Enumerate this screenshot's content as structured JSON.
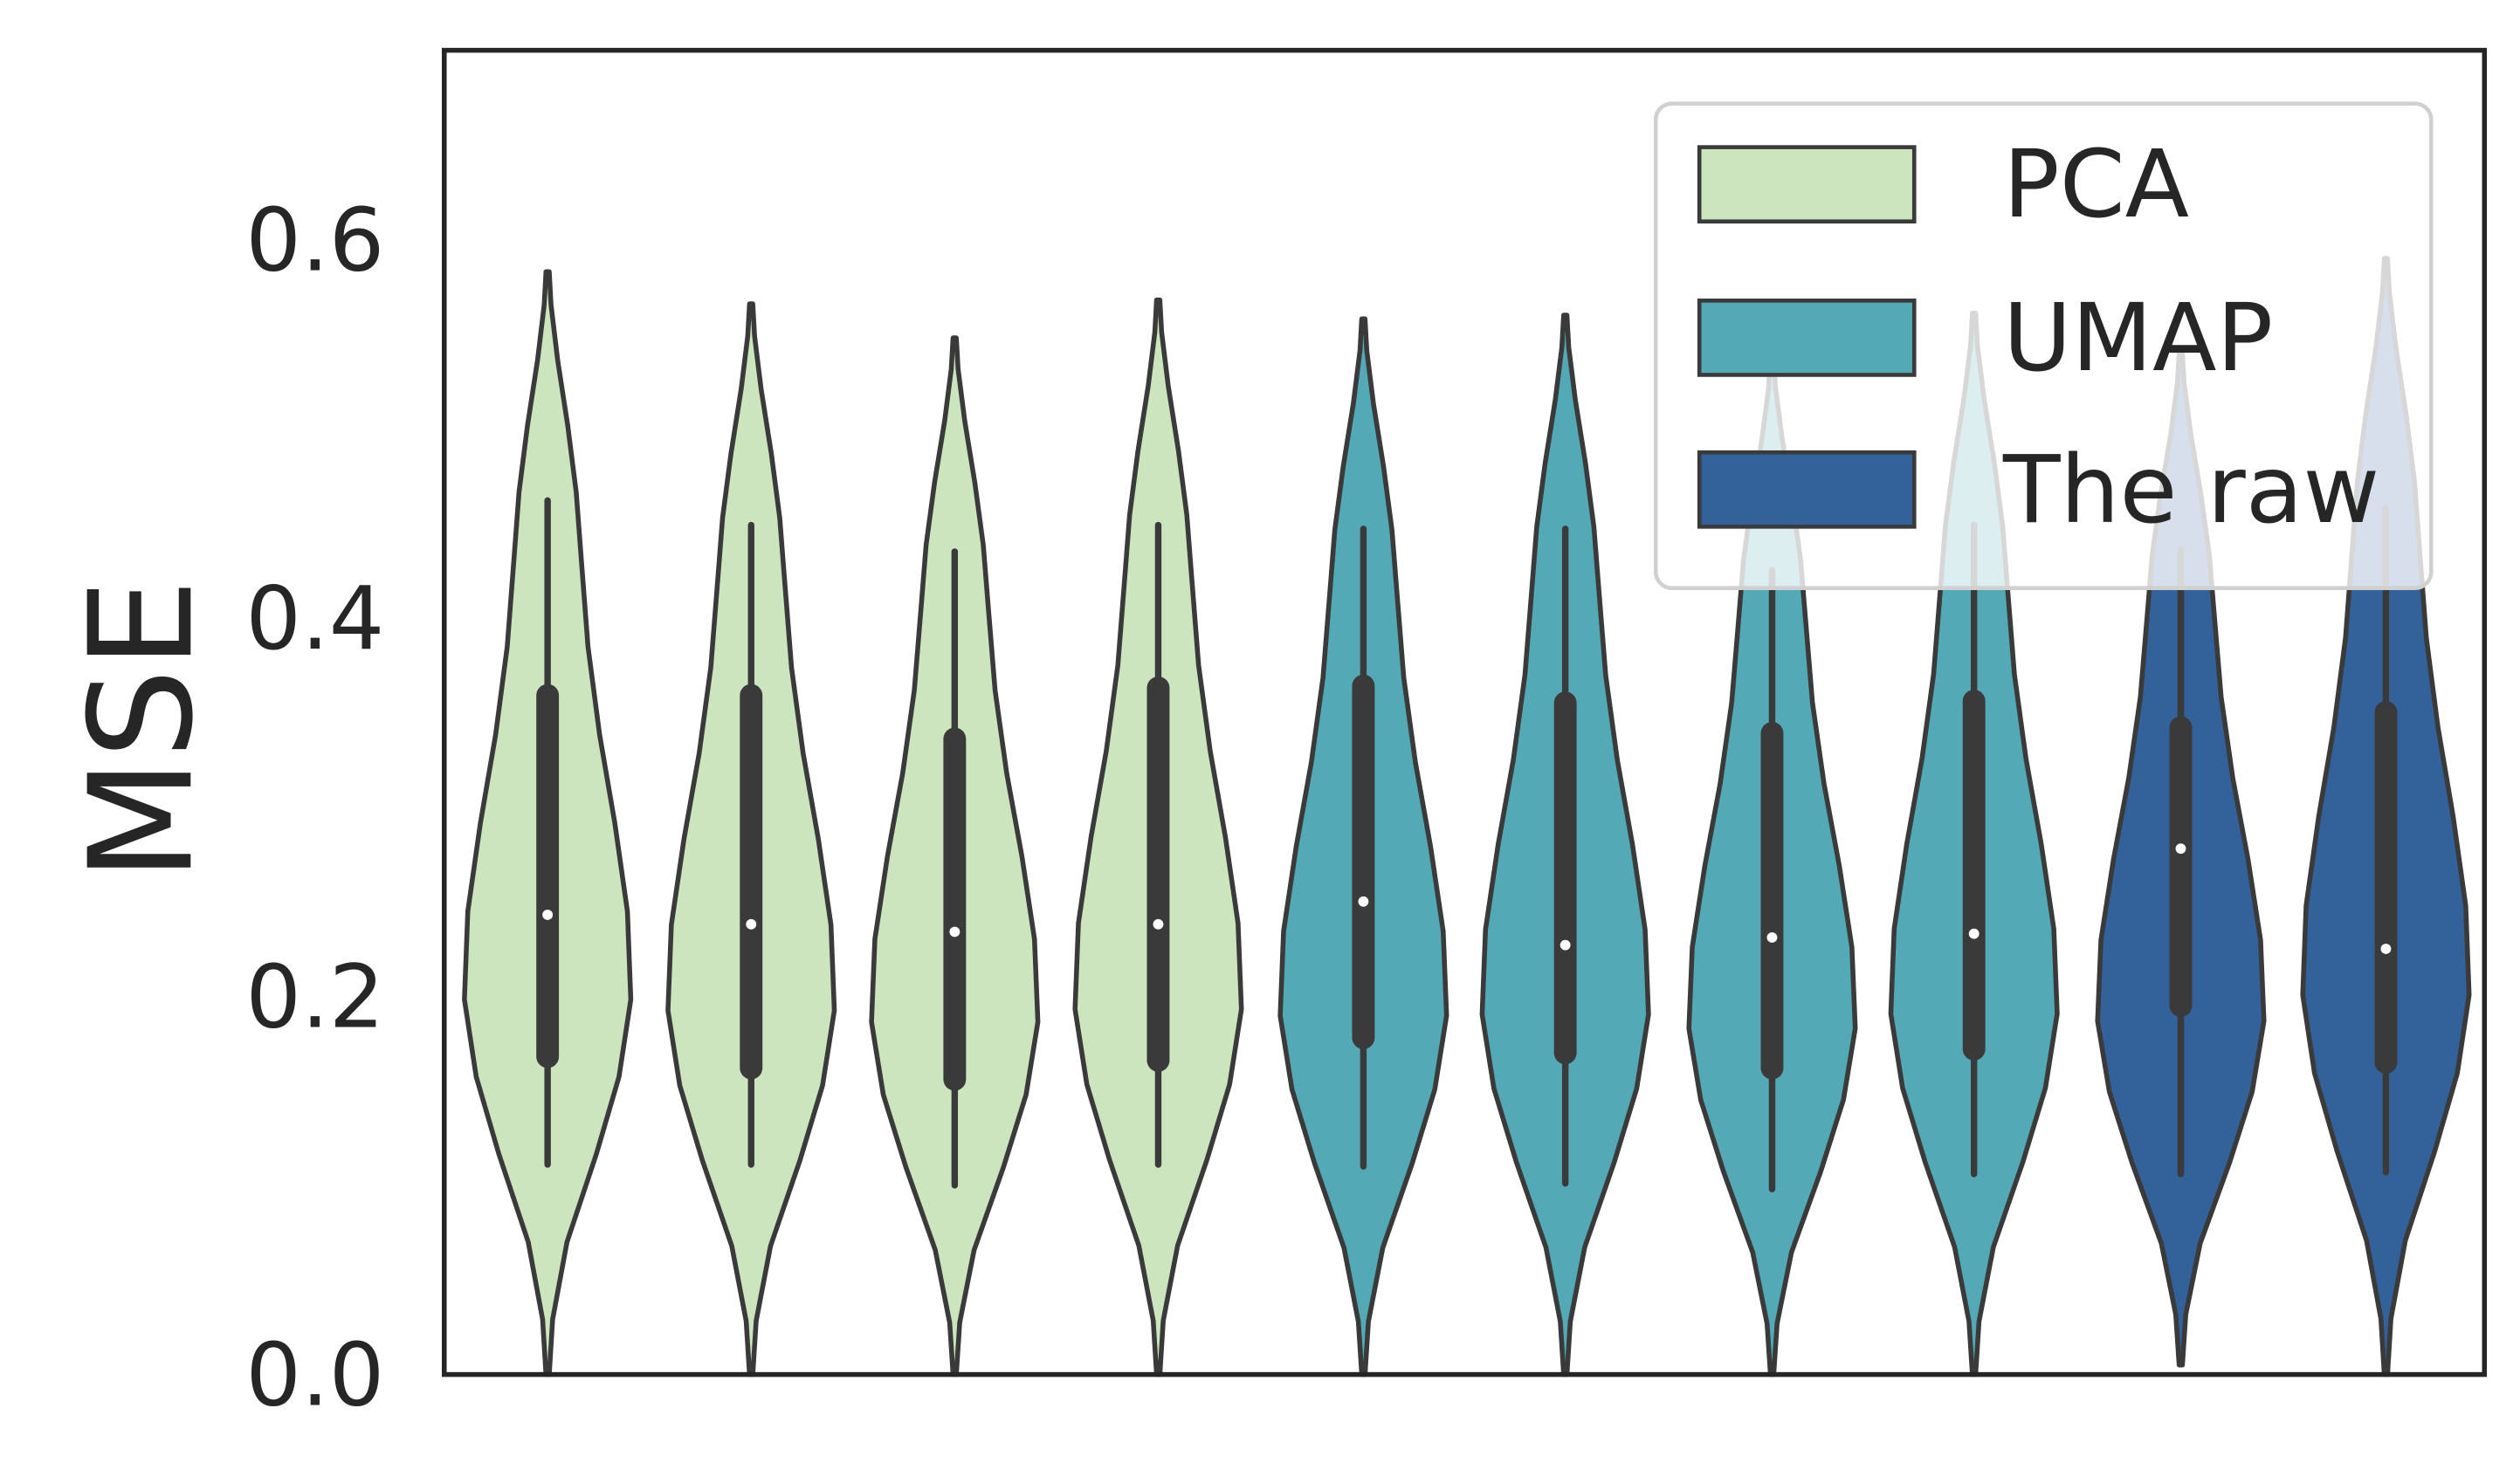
{
  "chart_data": {
    "type": "violin",
    "title": "",
    "xlabel": "",
    "ylabel": "MSE",
    "ylim": [
      0.0,
      0.7
    ],
    "yticks": [
      "0.0",
      "0.2",
      "0.4",
      "0.6"
    ],
    "ytick_values": [
      0.0,
      0.2,
      0.4,
      0.6
    ],
    "grid": false,
    "legend_position": "top-right",
    "legend": [
      {
        "label": "PCA",
        "color": "#cce5bf"
      },
      {
        "label": "UMAP",
        "color": "#53a9b5"
      },
      {
        "label": "The raw",
        "color": "#336199"
      }
    ],
    "violins": [
      {
        "group": "PCA",
        "min": 0.0,
        "max": 0.583,
        "whisker_low": 0.111,
        "whisker_high": 0.462,
        "q1": 0.168,
        "q3": 0.359,
        "median": 0.243
      },
      {
        "group": "PCA",
        "min": 0.0,
        "max": 0.566,
        "whisker_low": 0.111,
        "whisker_high": 0.449,
        "q1": 0.162,
        "q3": 0.359,
        "median": 0.238
      },
      {
        "group": "PCA",
        "min": 0.0,
        "max": 0.548,
        "whisker_low": 0.1,
        "whisker_high": 0.435,
        "q1": 0.156,
        "q3": 0.336,
        "median": 0.234
      },
      {
        "group": "PCA",
        "min": 0.0,
        "max": 0.568,
        "whisker_low": 0.111,
        "whisker_high": 0.449,
        "q1": 0.166,
        "q3": 0.363,
        "median": 0.238
      },
      {
        "group": "UMAP",
        "min": 0.0,
        "max": 0.558,
        "whisker_low": 0.11,
        "whisker_high": 0.447,
        "q1": 0.178,
        "q3": 0.364,
        "median": 0.25
      },
      {
        "group": "UMAP",
        "min": 0.0,
        "max": 0.56,
        "whisker_low": 0.101,
        "whisker_high": 0.447,
        "q1": 0.17,
        "q3": 0.355,
        "median": 0.227
      },
      {
        "group": "UMAP",
        "min": 0.0,
        "max": 0.538,
        "whisker_low": 0.098,
        "whisker_high": 0.425,
        "q1": 0.162,
        "q3": 0.339,
        "median": 0.231
      },
      {
        "group": "UMAP",
        "min": 0.0,
        "max": 0.561,
        "whisker_low": 0.106,
        "whisker_high": 0.449,
        "q1": 0.172,
        "q3": 0.356,
        "median": 0.233
      },
      {
        "group": "The raw",
        "min": 0.005,
        "max": 0.54,
        "whisker_low": 0.106,
        "whisker_high": 0.436,
        "q1": 0.195,
        "q3": 0.342,
        "median": 0.278
      },
      {
        "group": "The raw",
        "min": 0.0,
        "max": 0.59,
        "whisker_low": 0.107,
        "whisker_high": 0.458,
        "q1": 0.165,
        "q3": 0.35,
        "median": 0.225
      }
    ]
  }
}
